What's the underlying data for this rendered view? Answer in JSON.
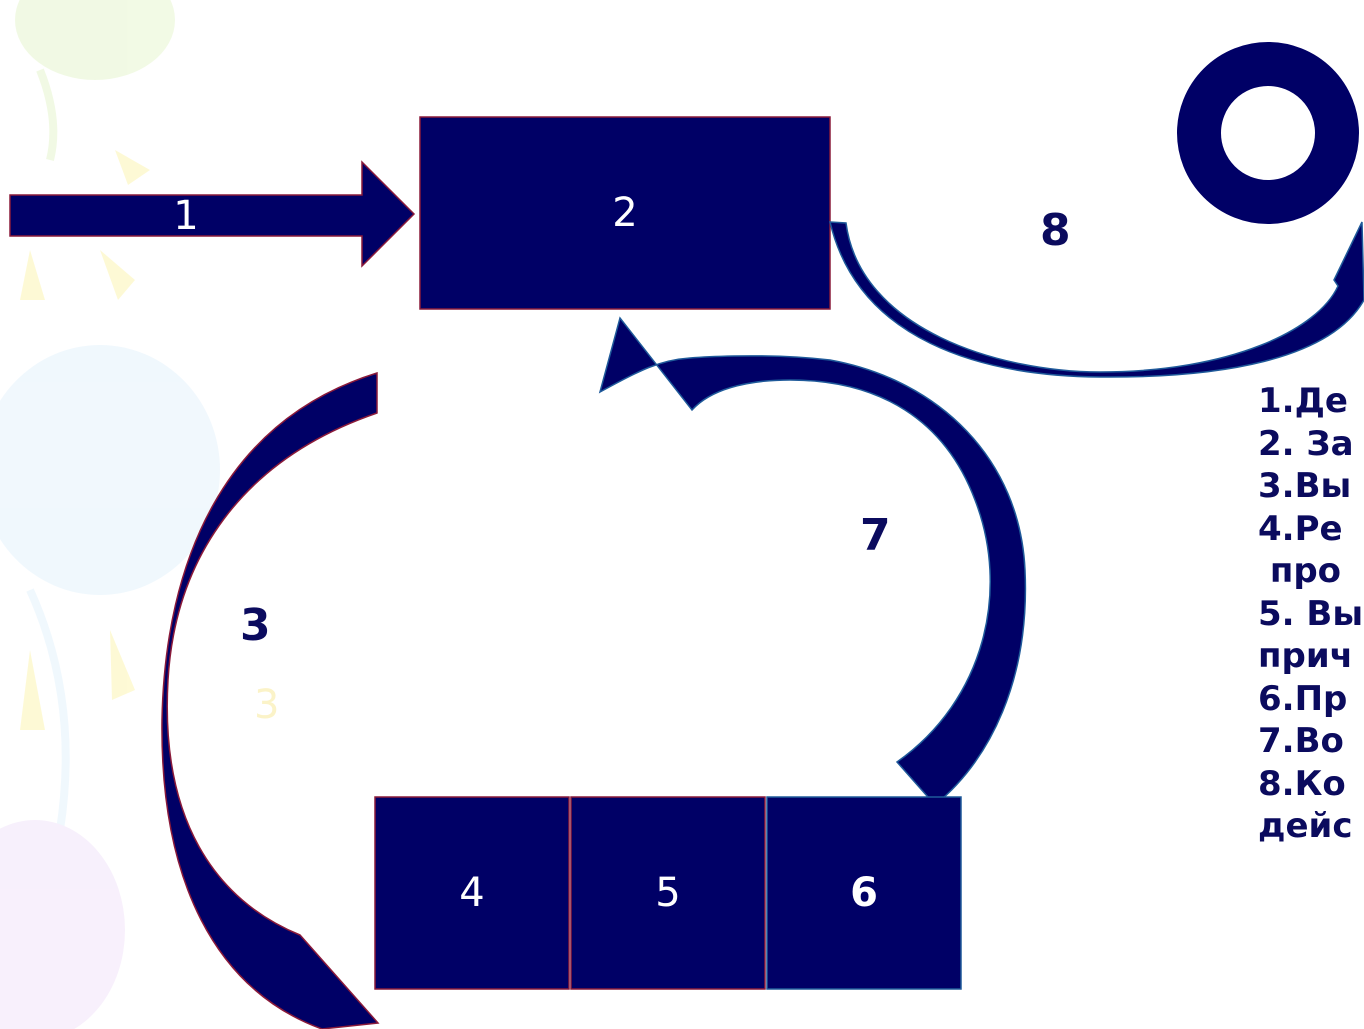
{
  "colors": {
    "shape_fill": "#000066",
    "shape_outline": "#8a1a3a",
    "label_dark": "#0b0b5e",
    "label_light": "#ffffff"
  },
  "diagram": {
    "arrow_1_label": "1",
    "box_2_label": "2",
    "box_4_label": "4",
    "box_5_label": "5",
    "box_6_label": "6",
    "arrow_7_label": "7",
    "arrow_8_label": "8",
    "arrow_3_label": "3",
    "arrow_3_label_faint": "3",
    "ring_icon": "ring-shape"
  },
  "legend": {
    "lines": [
      "1.Де",
      "2. За",
      "3.Вы",
      "4.Ре",
      " про",
      "5. Вы",
      "прич",
      "6.Пр",
      "7.Во",
      "8.Ко",
      "дейс"
    ]
  }
}
